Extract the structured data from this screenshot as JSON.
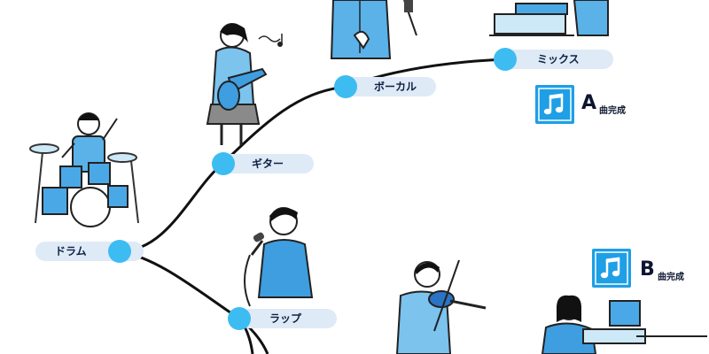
{
  "nodes": {
    "drum": {
      "label": "ドラム"
    },
    "guitar": {
      "label": "ギター"
    },
    "rap": {
      "label": "ラップ"
    },
    "vocal": {
      "label": "ボーカル"
    },
    "mix": {
      "label": "ミックス"
    }
  },
  "completions": {
    "a": {
      "letter": "A",
      "text": "曲完成",
      "icon": "music-note-icon"
    },
    "b": {
      "letter": "B",
      "text": "曲完成",
      "icon": "music-note-icon"
    }
  },
  "colors": {
    "accent": "#3dbcf2",
    "label_bg": "#dfeaf7",
    "badge": "#1e9fe6",
    "line": "#111111"
  }
}
